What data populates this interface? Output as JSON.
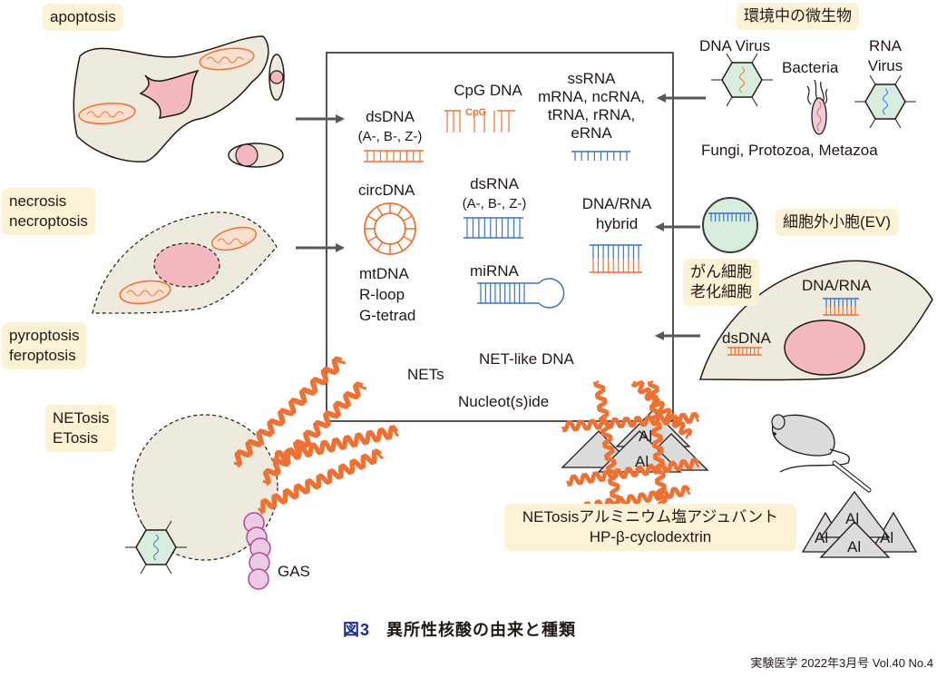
{
  "colors": {
    "dna": "#ee7133",
    "rna": "#3a72c4",
    "cell_fill": "#eeeadd",
    "nucleus": "#f3b8c0",
    "tag_bg": "#fcf2d6",
    "ev_fill": "#d7eddd",
    "caption_fig": "#1d2b8f",
    "arrow": "#595757"
  },
  "left_sources": {
    "apoptosis": "apoptosis",
    "necrosis": [
      "necrosis",
      "necroptosis"
    ],
    "pyroptosis": [
      "pyroptosis",
      "feroptosis"
    ],
    "netosis": [
      "NETosis",
      "ETosis"
    ],
    "gas_label": "GAS"
  },
  "center_box": {
    "dsdna": {
      "title": "dsDNA",
      "forms": "(A-,  B-,  Z-)"
    },
    "cpg": {
      "title": "CpG DNA",
      "motif": "CpG"
    },
    "ssrna": {
      "lines": [
        "ssRNA",
        "mRNA, ncRNA,",
        "tRNA, rRNA,",
        "eRNA"
      ]
    },
    "circdna": "circDNA",
    "dsrna": {
      "title": "dsRNA",
      "forms": "(A-,  B-,  Z-)"
    },
    "hybrid": [
      "DNA/RNA",
      "hybrid"
    ],
    "mtdna": [
      "mtDNA",
      "R-loop",
      "G-tetrad"
    ],
    "mirna": "miRNA",
    "net_like": "NET-like DNA",
    "nets": "NETs",
    "nucleotide": "Nucleot(s)ide"
  },
  "right_sources": {
    "microbes_tag": "環境中の微生物",
    "dna_virus": "DNA Virus",
    "bacteria": "Bacteria",
    "rna_virus": [
      "RNA",
      "Virus"
    ],
    "fungi": "Fungi, Protozoa, Metazoa",
    "ev_tag": "細胞外小胞(EV)",
    "cancer_tag": [
      "がん細胞",
      "老化細胞"
    ],
    "cell_dnarna": "DNA/RNA",
    "cell_dsdna": "dsDNA"
  },
  "adjuvant": {
    "tag": [
      "NETosisアルミニウム塩アジュバント",
      "HP-β-cyclodextrin"
    ],
    "al_label": "Al"
  },
  "caption": {
    "figure": "図3",
    "title": "異所性核酸の由来と種類"
  },
  "source": "実験医学 2022年3月号 Vol.40 No.4"
}
